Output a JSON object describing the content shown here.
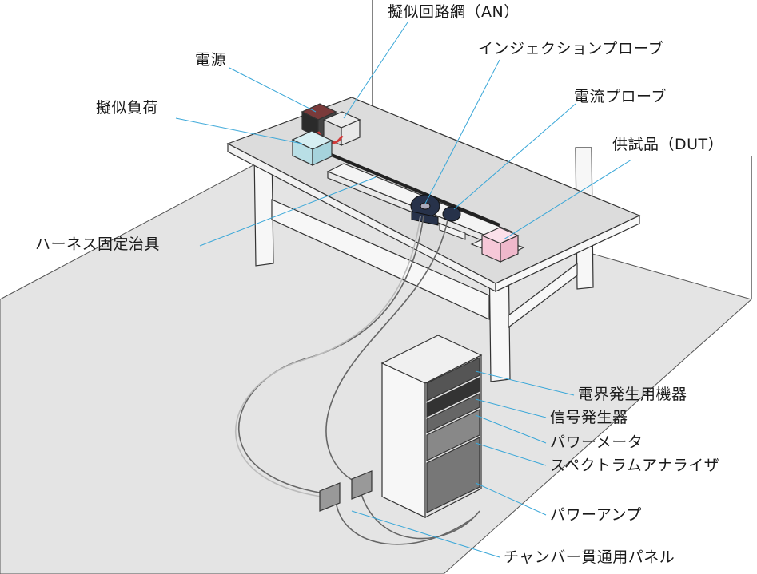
{
  "labels": {
    "an": "擬似回路網（AN）",
    "power_supply": "電源",
    "injection_probe": "インジェクションプローブ",
    "dummy_load": "擬似負荷",
    "current_probe": "電流プローブ",
    "dut": "供試品（DUT）",
    "harness_fixture": "ハーネス固定治具",
    "field_generator": "電界発生用機器",
    "signal_generator": "信号発生器",
    "power_meter": "パワーメータ",
    "spectrum_analyzer": "スペクトラムアナライザ",
    "power_amp": "パワーアンプ",
    "chamber_panel": "チャンバー貫通用パネル"
  },
  "colors": {
    "leader": "#3aa7d8",
    "outline": "#333333",
    "floor": "#e4e4e4",
    "table_top": "#dcdcdc",
    "dut": "#f6c8d8",
    "dummy_load": "#b9dfe6",
    "probe": "#27324a",
    "cable_red": "#d23a3a"
  }
}
